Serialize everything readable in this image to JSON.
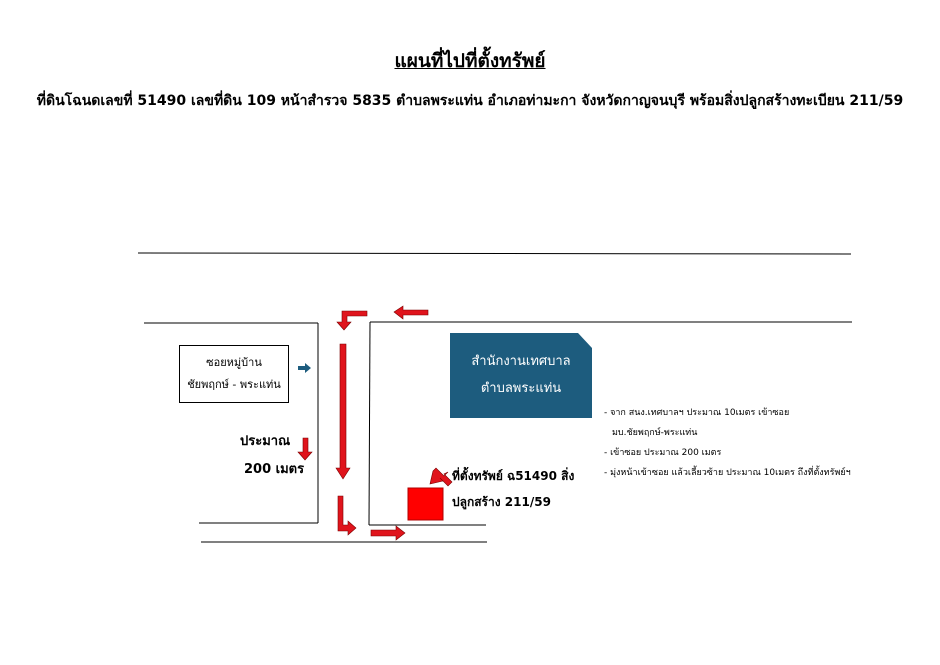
{
  "title": "แผนที่ไปที่ตั้งทรัพย์",
  "subtitle": "ที่ดินโฉนดเลขที่ 51490 เลขที่ดิน 109 หน้าสำรวจ 5835 ตำบลพระแท่น อำเภอท่ามะกา จังหวัดกาญจนบุรี พร้อมสิ่งปลูกสร้างทะเบียน 211/59",
  "village_box": {
    "line1": "ซอยหมู่บ้าน",
    "line2": "ชัยพฤกษ์ - พระแท่น"
  },
  "office": {
    "line1": "สำนักงานเทศบาล",
    "line2": "ตำบลพระแท่น",
    "color": "#1d5c7e"
  },
  "distance_label": {
    "line1": "ประมาณ",
    "line2": "200 เมตร"
  },
  "property": {
    "line1": "ที่ตั้งทรัพย์ ฉ51490 สิ่ง",
    "line2": "ปลูกสร้าง 211/59",
    "color": "#ff0000"
  },
  "directions": [
    "- จาก สนง.เทศบาลฯ ประมาณ 10เมตร เข้าซอย",
    "มบ.ชัยพฤกษ์-พระแท่น",
    "- เข้าซอย ประมาณ 200 เมตร",
    "- มุ่งหน้าเข้าซอย แล้วเลี้ยวซ้าย ประมาณ 10เมตร ถึงที่ตั้งทรัพย์ฯ"
  ],
  "colors": {
    "arrow_red": "#e0141c",
    "arrow_blue": "#1d5c7e"
  }
}
